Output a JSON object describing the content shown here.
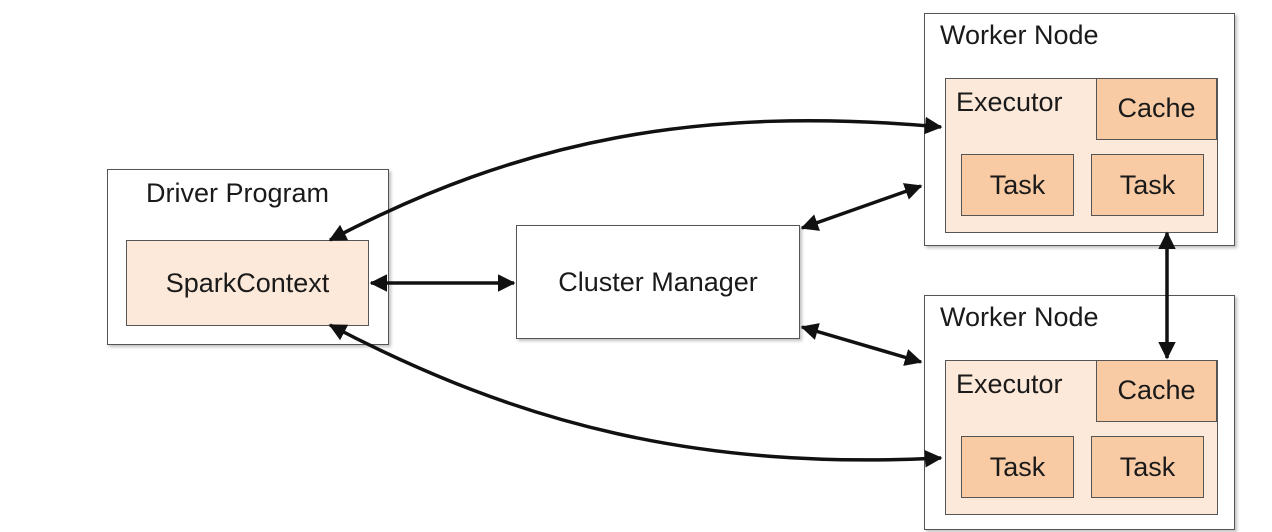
{
  "driver": {
    "title": "Driver Program",
    "context": "SparkContext"
  },
  "cluster_manager": {
    "label": "Cluster Manager"
  },
  "workers": [
    {
      "title": "Worker Node",
      "executor": "Executor",
      "cache": "Cache",
      "tasks": [
        "Task",
        "Task"
      ]
    },
    {
      "title": "Worker Node",
      "executor": "Executor",
      "cache": "Cache",
      "tasks": [
        "Task",
        "Task"
      ]
    }
  ]
}
